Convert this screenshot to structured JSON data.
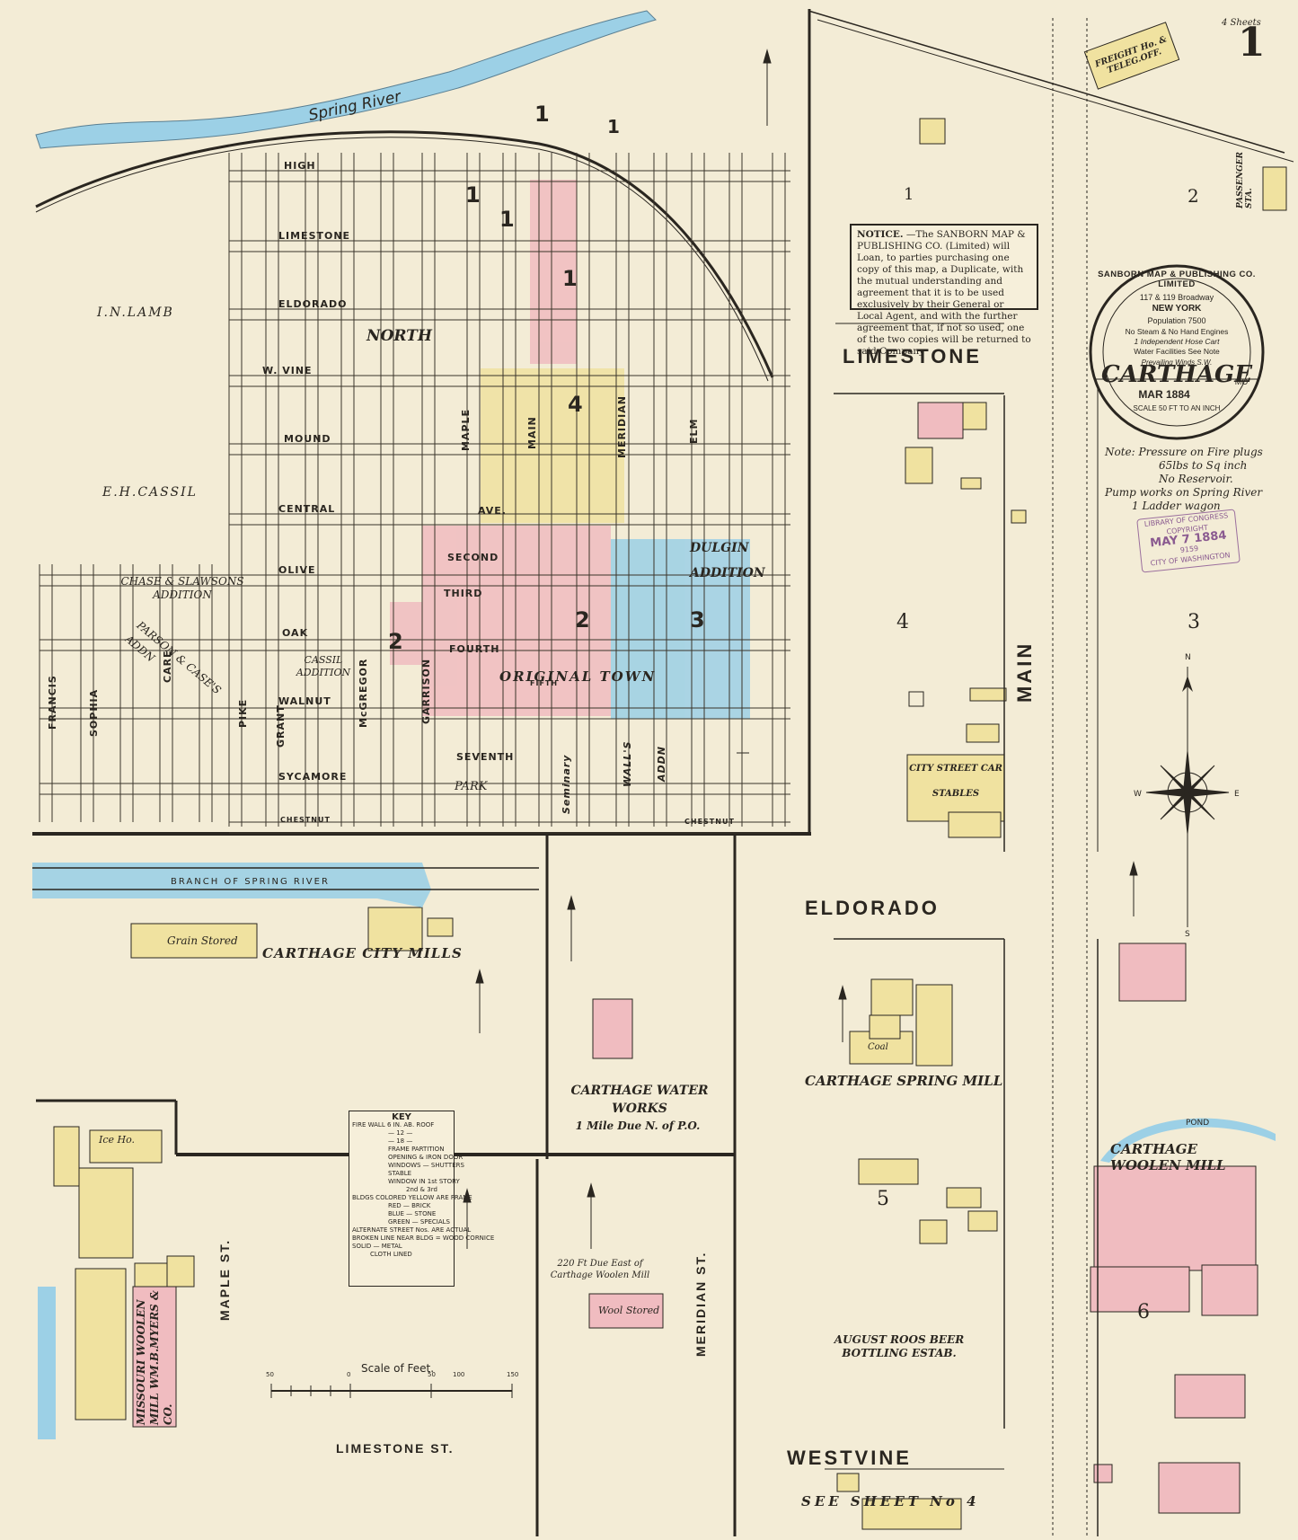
{
  "sheet": {
    "number": "1",
    "total_sheets": "4 Sheets",
    "see_sheet": "SEE SHEET No 4"
  },
  "seal": {
    "publisher": "SANBORN MAP & PUBLISHING CO. LIMITED",
    "address": "117 & 119 Broadway",
    "city": "NEW YORK",
    "population": "Population 7500",
    "engines": "No Steam & No Hand Engines",
    "hose": "1 Independent Hose Cart",
    "water": "Water Facilities See Note",
    "winds": "Prevailing Winds S.W.",
    "town": "CARTHAGE",
    "state": "MO",
    "date": "MAR 1884",
    "scale": "SCALE 50 FT TO AN INCH"
  },
  "notice": {
    "title": "NOTICE.",
    "text": "—The SANBORN MAP & PUBLISHING CO. (Limited) will Loan, to parties purchasing one copy of this map, a Duplicate, with the mutual understanding and agreement that it is to be used exclusively by their General or Local Agent, and with the further agreement that, if not so used, one of the two copies will be returned to said Company"
  },
  "water_note": {
    "lines": [
      "Note: Pressure on Fire plugs",
      "65lbs to Sq inch",
      "No Reservoir.",
      "Pump works on Spring River",
      "1 Ladder wagon"
    ]
  },
  "stamp": {
    "line1": "LIBRARY OF CONGRESS",
    "line2": "COPYRIGHT",
    "date": "MAY 7 1884",
    "number": "9159",
    "line3": "CITY OF WASHINGTON"
  },
  "streets": {
    "limestone": "LIMESTONE",
    "eldorado": "ELDORADO",
    "westvine": "WESTVINE",
    "main": "MAIN",
    "limestone_st": "LIMESTONE ST.",
    "maple_st": "MAPLE ST.",
    "meridian_st": "MERIDIAN ST."
  },
  "overview": {
    "river": "Spring River",
    "branch": "BRANCH OF SPRING RIVER",
    "north": "NORTH",
    "original_town": "ORIGINAL TOWN",
    "dulgin": "DULGIN ADDITION",
    "chase": "CHASE & SLAWSONS ADDITION",
    "parson": "PARSON & CASE'S ADDN",
    "cassil": "CASSIL ADDITION",
    "inlamb": "I.N.LAMB",
    "ehcassil": "E.H.CASSIL",
    "park": "PARK",
    "streets_ew": [
      "HIGH",
      "LIMESTONE",
      "ELDORADO",
      "W. VINE",
      "MOUND",
      "CENTRAL",
      "OLIVE",
      "OAK",
      "WALNUT",
      "SYCAMORE",
      "CHESTNUT"
    ],
    "streets_ns": [
      "FRANCIS",
      "SOPHIA",
      "GARRISON",
      "MAPLE",
      "MAIN",
      "MERIDIAN",
      "ELM"
    ],
    "misc_ew": [
      "AVE.",
      "SECOND",
      "THIRD",
      "FOURTH",
      "FIFTH",
      "SEVENTH"
    ],
    "misc_ns": [
      "McGREGOR",
      "Seminary",
      "WALL'S",
      "ADDN",
      "GRANT",
      "PIKE",
      "CARE"
    ]
  },
  "places": {
    "city_mills": "CARTHAGE CITY MILLS",
    "grain": "Grain Stored",
    "water_works": "CARTHAGE WATER WORKS",
    "water_works_sub": "1 Mile Due N. of P.O.",
    "spring_mill": "CARTHAGE SPRING MILL",
    "woolen_mill": "CARTHAGE WOOLEN MILL",
    "beer": "AUGUST ROOS BEER BOTTLING ESTAB.",
    "missouri_mill": "MISSOURI WOOLEN MILL WM.B.MYERS & CO.",
    "ice_house": "Ice Ho.",
    "wool_stored": "Wool Stored",
    "east_of": "220 Ft Due East of Carthage Woolen Mill",
    "street_car": "CITY STREET CAR STABLES",
    "freight": "FREIGHT Ho. & TELEG.OFF.",
    "passenger": "PASSENGER STA.",
    "pond": "POND",
    "coal": "Coal"
  },
  "block_numbers": [
    "1",
    "2",
    "3",
    "4",
    "5",
    "6"
  ],
  "key": {
    "title": "KEY",
    "rows": [
      "FIRE WALL 6 IN. AB. ROOF",
      "— 12 —",
      "— 18 —",
      "FRAME PARTITION",
      "OPENING & IRON DOOR",
      "WINDOWS — SHUTTERS",
      "STABLE",
      "WINDOW IN 1st STORY",
      "2nd & 3rd",
      "BLDGS COLORED YELLOW ARE FRAME",
      "RED — BRICK",
      "BLUE — STONE",
      "GREEN — SPECIALS",
      "ALTERNATE STREET Nos. ARE ACTUAL",
      "BROKEN LINE NEAR BLDG = WOOD CORNICE",
      "SOLID — METAL",
      "CLOTH LINED"
    ]
  },
  "scale": {
    "label": "Scale of Feet.",
    "ticks": [
      "50",
      "0",
      "50",
      "100",
      "150"
    ]
  },
  "colors": {
    "paper": "#f3ecd6",
    "brick": "#f0bcc0",
    "frame": "#f0e2a0",
    "stone": "#9cd0e6",
    "river": "#9cd0e6",
    "ink": "#2a2620"
  }
}
